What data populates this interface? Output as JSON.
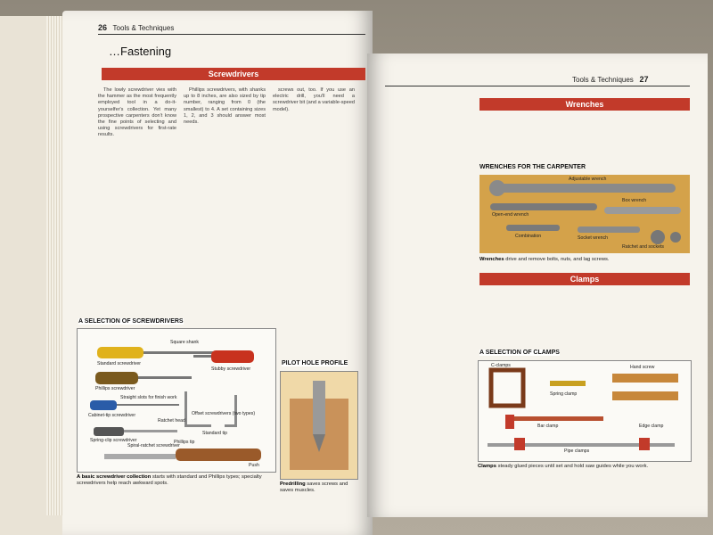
{
  "left_page": {
    "page_number": "26",
    "section": "Tools & Techniques",
    "heading": "…Fastening",
    "screwdrivers_bar": "Screwdrivers",
    "columns": [
      "The lowly screwdriver vies with the hammer as the most frequently employed tool in a do-it-yourselfer's collection. Yet many prospective carpenters don't know the fine points of selecting and using screwdrivers for first-rate results.",
      "Phillips screwdrivers, with shanks up to 8 inches, are also sized by tip number, ranging from 0 (the smallest) to 4. A set containing sizes 1, 2, and 3 should answer most needs.",
      "screws out, too. If you use an electric drill, you'll need a screwdriver bit (and a variable-speed model)."
    ],
    "selection_title": "A SELECTION OF SCREWDRIVERS",
    "screwdriver_labels": [
      "Square shank",
      "Standard screwdriver",
      "Stubby screwdriver",
      "Phillips screwdriver",
      "Straight slots for finish work",
      "Cabinet-tip screwdriver",
      "Offset screwdrivers (two types)",
      "Ratchet head",
      "Spring-clip screwdriver",
      "Standard tip",
      "Phillips tip",
      "Spiral-ratchet screwdriver",
      "Push"
    ],
    "selection_caption_bold": "A basic screwdriver collection",
    "selection_caption": " starts with standard and Phillips types; specialty screwdrivers help reach awkward spots.",
    "pilot_title": "PILOT HOLE PROFILE",
    "pilot_caption_bold": "Predrilling",
    "pilot_caption": " saves screws and saves muscles."
  },
  "right_page": {
    "section": "Tools & Techniques",
    "page_number": "27",
    "wrenches_bar": "Wrenches",
    "wrench_box_title": "WRENCHES FOR THE CARPENTER",
    "wrench_labels": [
      "Adjustable wrench",
      "Open-end wrench",
      "Box wrench",
      "Combination",
      "Socket wrench",
      "Ratchet and sockets"
    ],
    "wrench_caption_bold": "Wrenches",
    "wrench_caption": " drive and remove bolts, nuts, and lag screws.",
    "clamps_bar": "Clamps",
    "clamp_box_title": "A SELECTION OF CLAMPS",
    "clamp_labels": [
      "C-clamps",
      "Spring clamp",
      "Hand screw",
      "Bar clamp",
      "Pipe clamps",
      "Edge clamp"
    ],
    "clamp_caption_bold": "Clamps",
    "clamp_caption": " steady glued pieces until set and hold saw guides while you work."
  },
  "colors": {
    "accent": "#c23a2a",
    "paper": "#f6f3ec",
    "wrench_bg": "#d4a24a"
  }
}
